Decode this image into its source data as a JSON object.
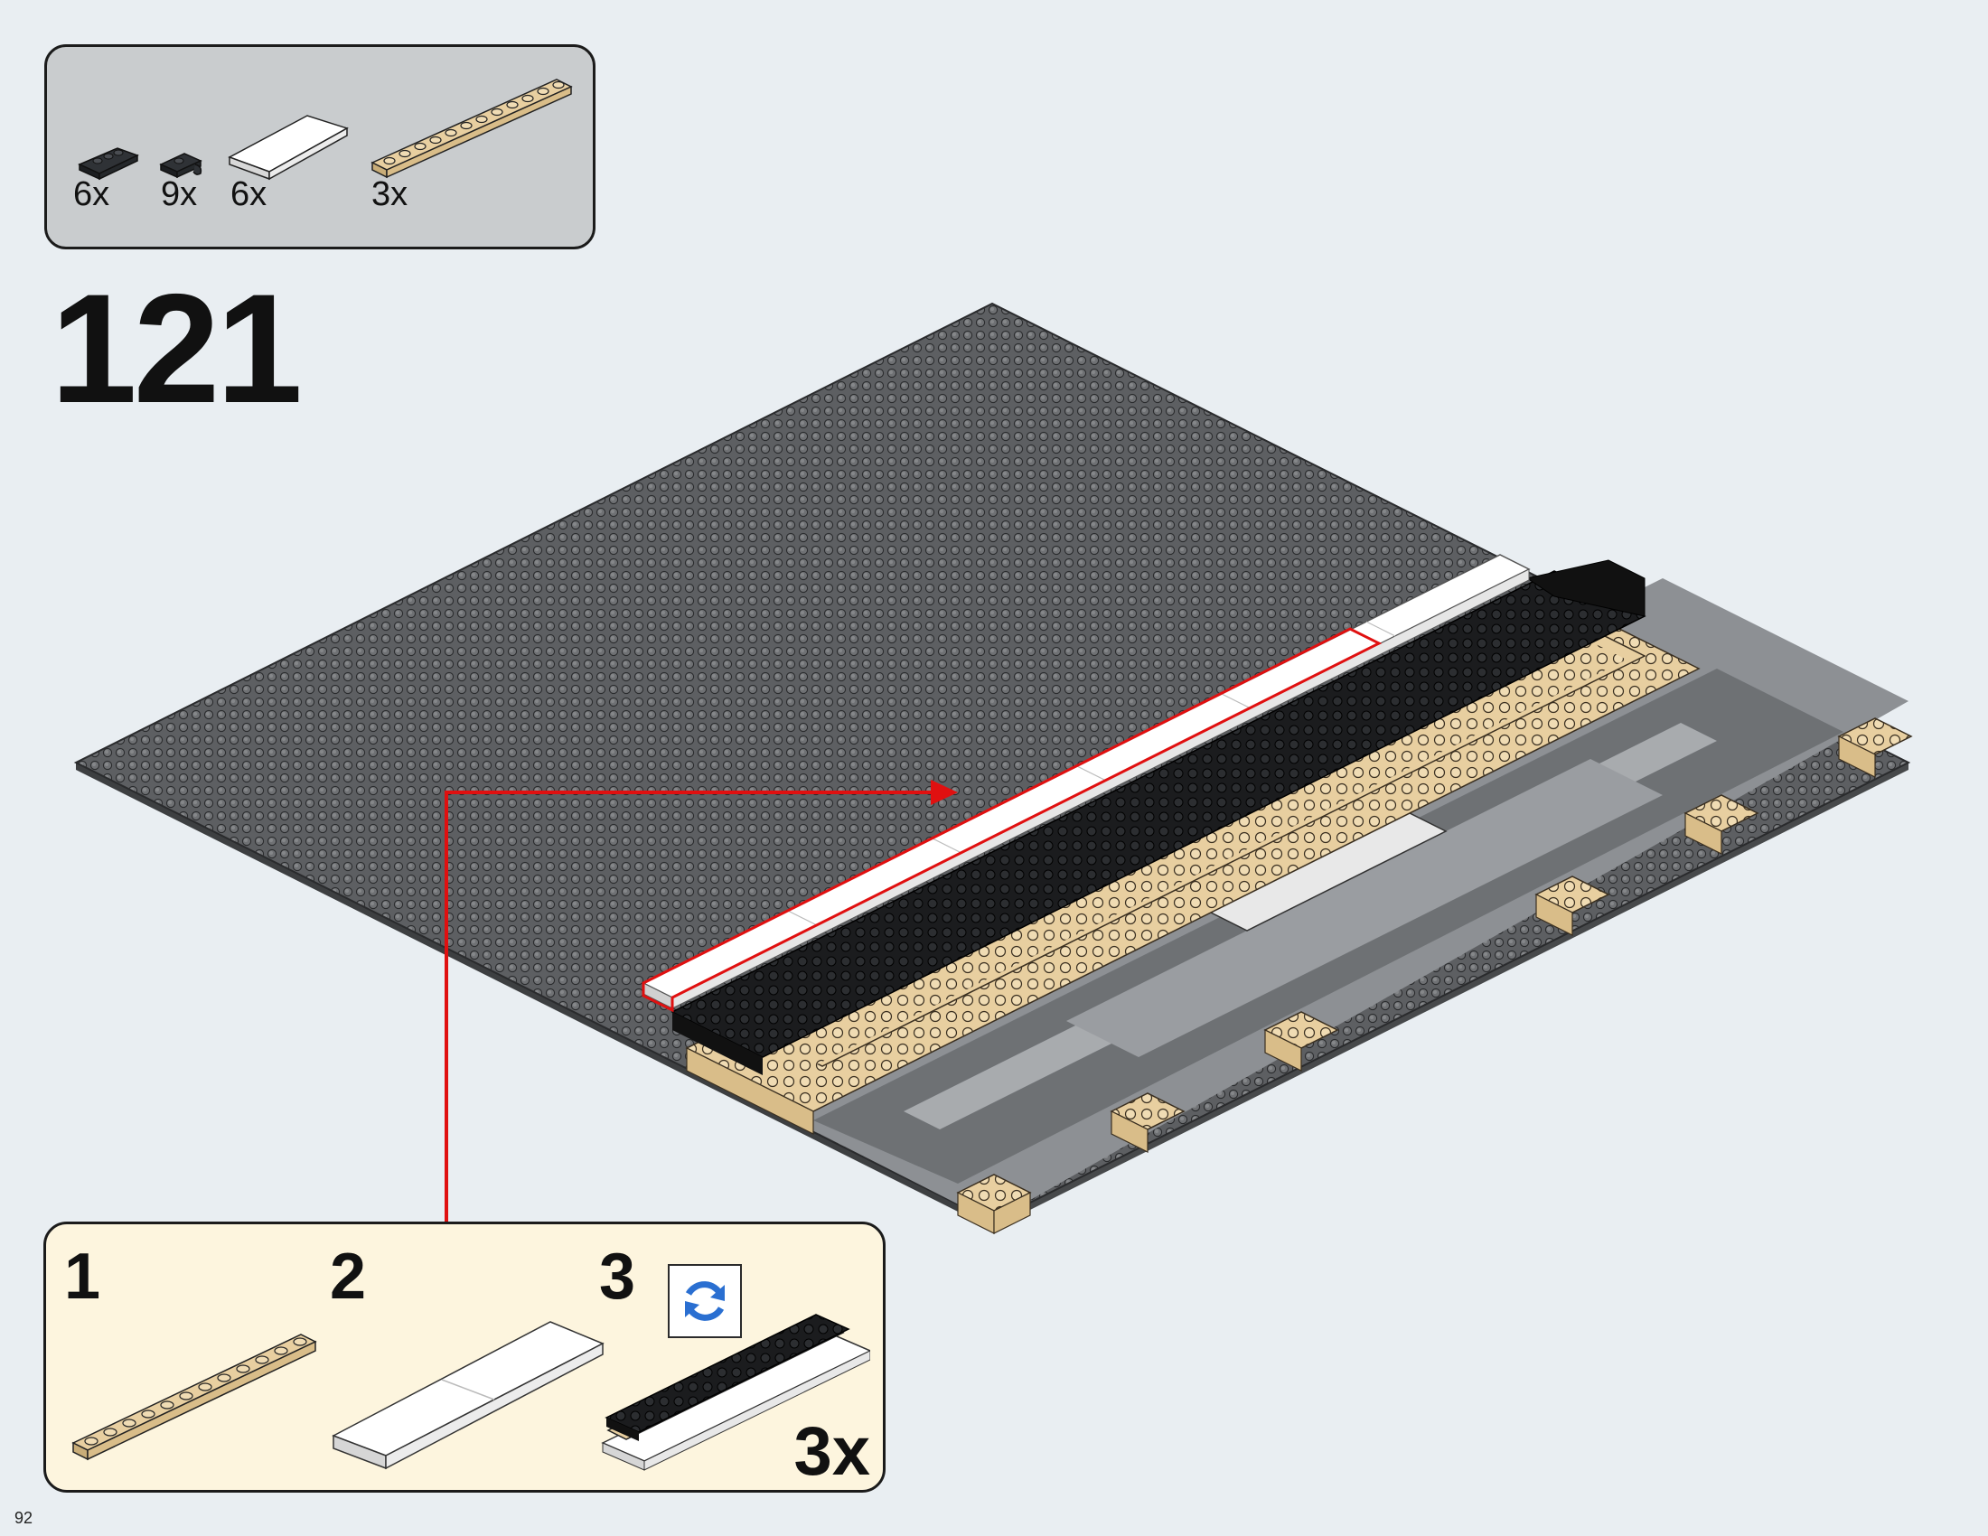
{
  "parts_list": {
    "items": [
      {
        "icon": "black-jumper-plate-icon",
        "count": "6x"
      },
      {
        "icon": "black-clip-plate-icon",
        "count": "9x"
      },
      {
        "icon": "white-tile-icon",
        "count": "6x"
      },
      {
        "icon": "tan-plate-1x12-icon",
        "count": "3x"
      }
    ]
  },
  "step": {
    "number": "121"
  },
  "substeps": {
    "steps": [
      "1",
      "2",
      "3"
    ],
    "multiplier": "3x",
    "rotate_icon": "rotate-model-icon"
  },
  "page": {
    "number": "92"
  },
  "colors": {
    "background": "#e9eef2",
    "parts_box": "#c9ccce",
    "substeps_box": "#fdf5de",
    "baseplate": "#5a5c5e",
    "callout_arrow": "#e01010",
    "tan": "#e8cfa0",
    "rotate_icon": "#2a6fd1"
  }
}
